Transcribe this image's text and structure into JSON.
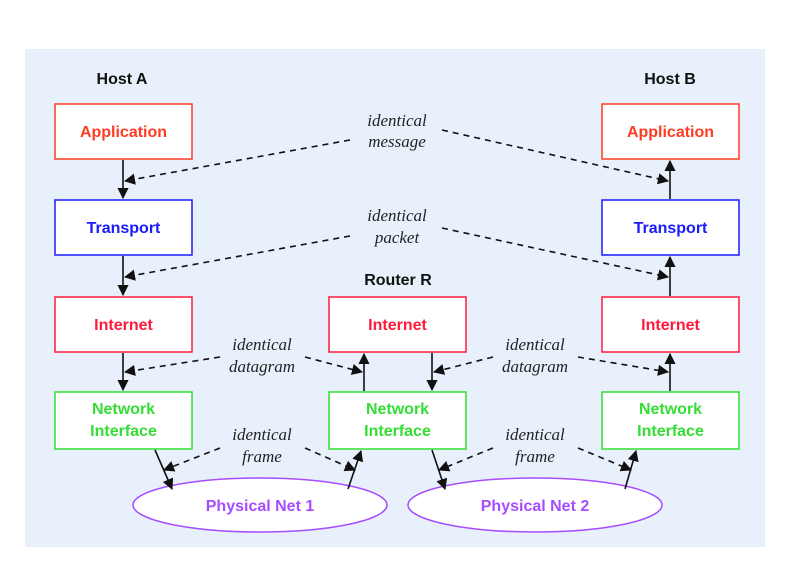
{
  "hosts": {
    "host_a": "Host A",
    "host_b": "Host B",
    "router": "Router R"
  },
  "layers": {
    "application": "Application",
    "transport": "Transport",
    "internet": "Internet",
    "network_interface_line1": "Network",
    "network_interface_line2": "Interface"
  },
  "networks": {
    "net1": "Physical Net 1",
    "net2": "Physical Net 2"
  },
  "peer_labels": {
    "identical": "identical",
    "message": "message",
    "packet": "packet",
    "datagram": "datagram",
    "frame": "frame"
  },
  "colors": {
    "background": "#e8f1fb",
    "application": "#ff3b22",
    "transport": "#1a1aff",
    "internet": "#ff1a3c",
    "network_interface": "#33dd33",
    "physical_net": "#a64dff",
    "arrow": "#111111"
  }
}
